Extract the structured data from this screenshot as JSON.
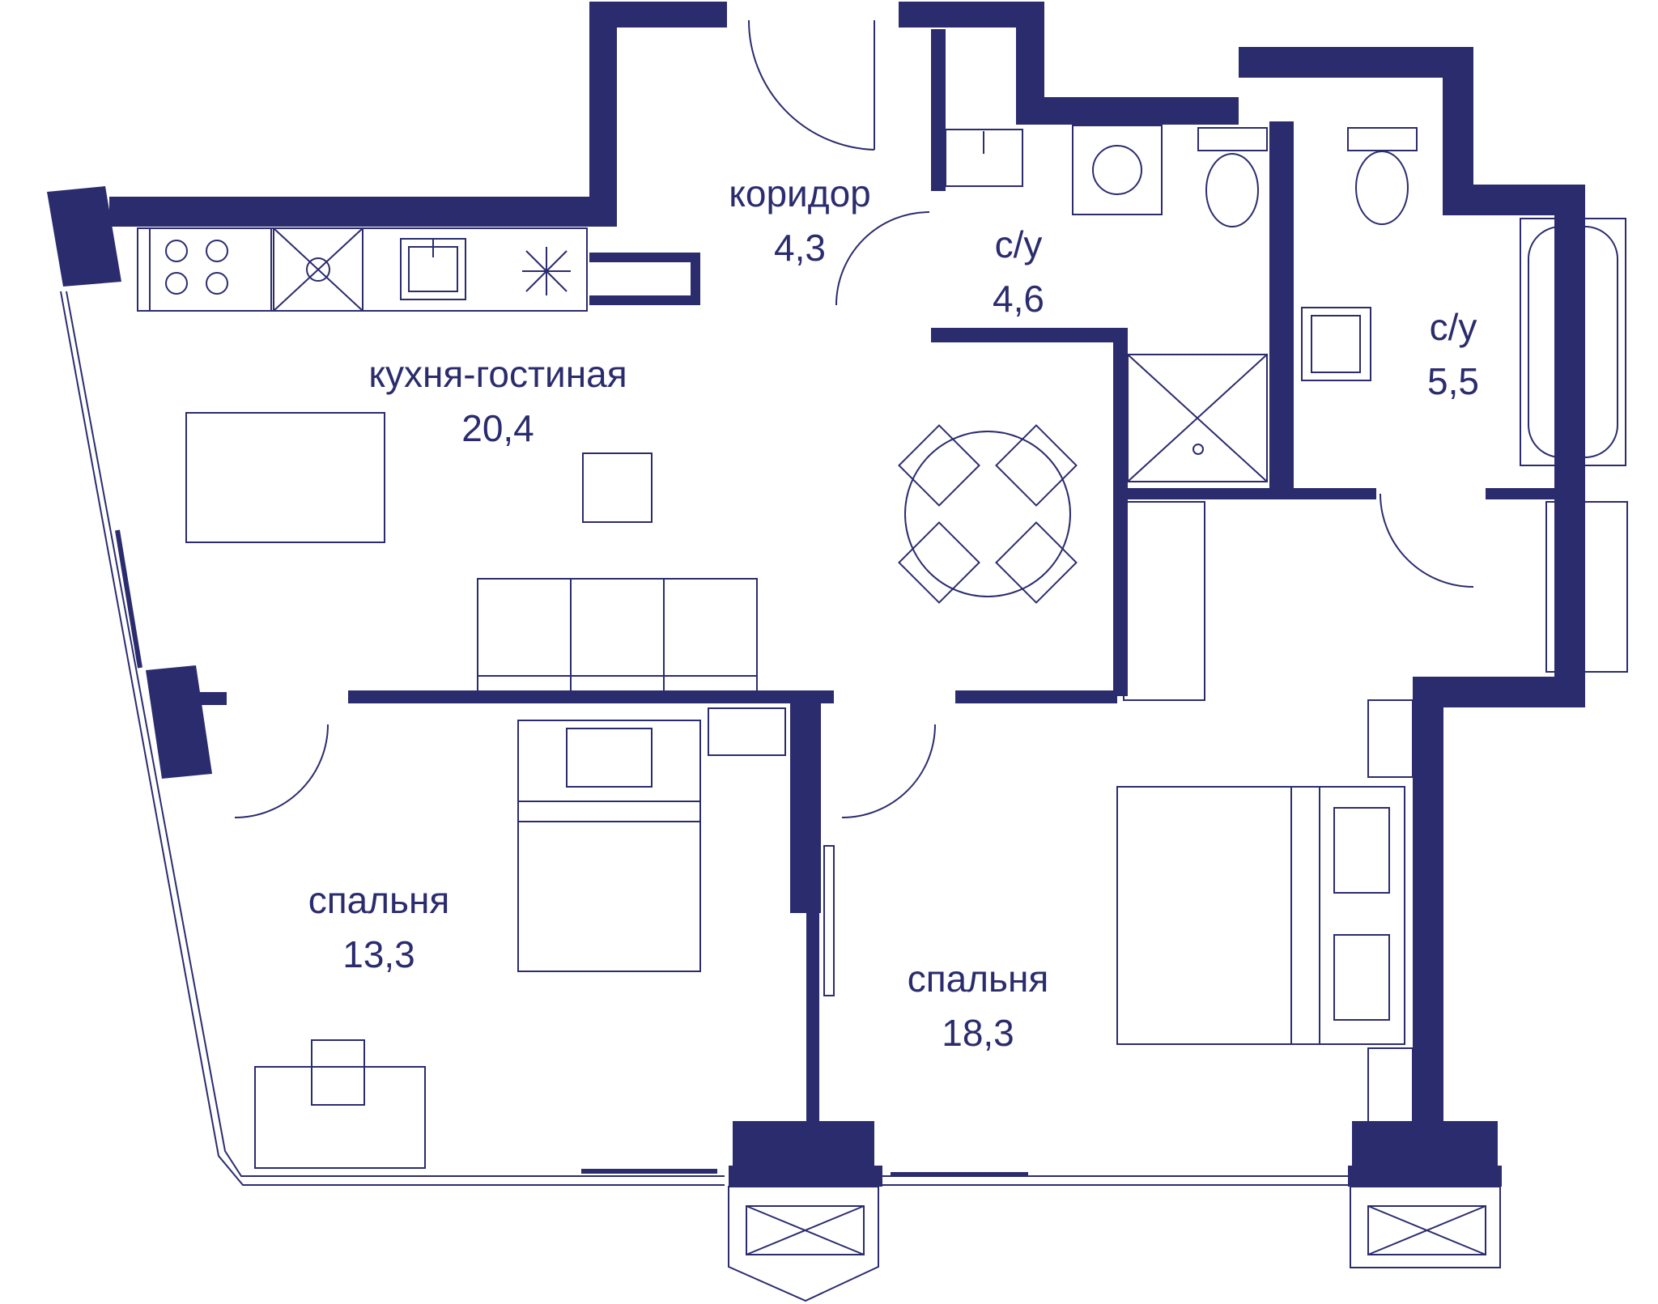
{
  "colors": {
    "wall": "#2b2c6e",
    "line": "#2b2c6e",
    "background": "#ffffff"
  },
  "rooms": [
    {
      "id": "corridor",
      "name": "коридор",
      "area": "4,3"
    },
    {
      "id": "bath1",
      "name": "с/у",
      "area": "4,6"
    },
    {
      "id": "bath2",
      "name": "с/у",
      "area": "5,5"
    },
    {
      "id": "kitchen",
      "name": "кухня-гостиная",
      "area": "20,4"
    },
    {
      "id": "bed1",
      "name": "спальня",
      "area": "13,3"
    },
    {
      "id": "bed2",
      "name": "спальня",
      "area": "18,3"
    }
  ]
}
